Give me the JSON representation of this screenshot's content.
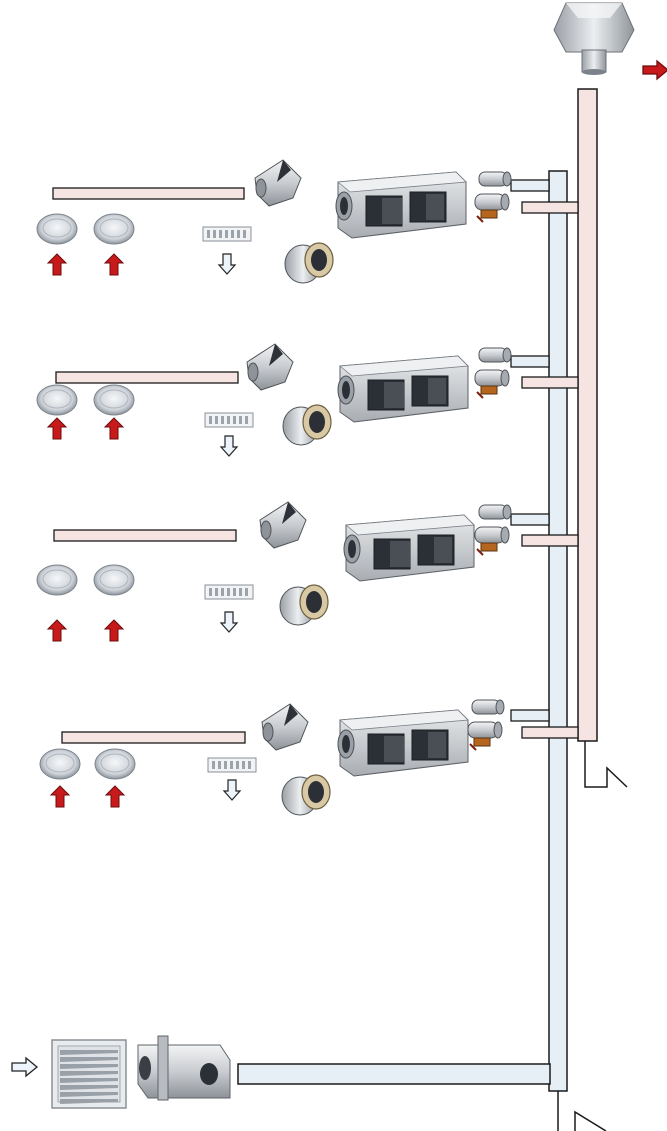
{
  "diagram": {
    "type": "ventilation-schematic",
    "floors": 4,
    "supply_terminals_per_floor": 2,
    "exhaust_grilles_per_floor": 1,
    "components": [
      "roof-exhaust-cowl",
      "exhaust-riser",
      "supply-riser",
      "heat-recovery-unit",
      "duct-silencer",
      "flow-regulator",
      "ceiling-diffuser",
      "exhaust-grille",
      "intake-louvre",
      "intake-plenum",
      "floor-extract-duct",
      "floor-supply-duct"
    ],
    "colors": {
      "exhaust_duct_fill": "#f6e4e2",
      "supply_duct_fill": "#e6eef6",
      "duct_stroke": "#1a1a1a",
      "warm_air_arrow": "#c8191b",
      "cool_air_arrow": "#eef4fb",
      "metal_light": "#e4e6e8",
      "metal_dark": "#8a8f95",
      "unit_body": "#cfd2d6",
      "unit_opening": "#2b2f36"
    },
    "icons": {
      "outflow_arrow": "right-arrow-red",
      "inflow_arrow": "right-arrow-outline",
      "diffuser_arrow": "up-arrow-red",
      "grille_arrow": "down-arrow-outline"
    }
  }
}
